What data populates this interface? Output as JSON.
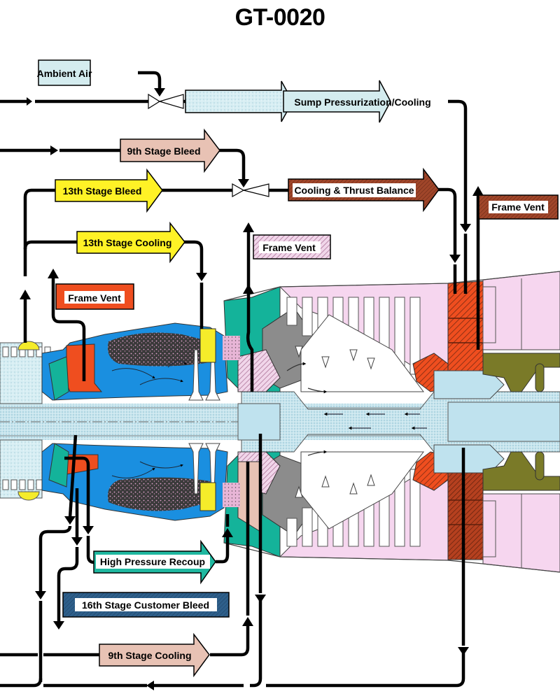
{
  "title": "GT-0020",
  "colors": {
    "ambient_air": "#d4ecef",
    "sump_pressurization": "#d4ecef",
    "ninth_stage": "#e8c2b4",
    "thirteenth_stage": "#fff226",
    "cooling_thrust_balance": "#9a3a22",
    "frame_vent_orange": "#f05a28",
    "frame_vent_pink_hatch": "#e3b8d4",
    "frame_vent_brown": "#9a3a22",
    "high_pressure_recoup": "#1fb8a0",
    "sixteenth_stage": "#2e5f8a",
    "compressor_blue": "#1a8fe0",
    "compressor_light": "#bfe2ee",
    "combustor_pink": "#f6d6ef",
    "turbine_olive": "#7a7a28",
    "gray_casing": "#8c8c8c",
    "teal": "#14b39a",
    "yellow": "#f5ec2a",
    "orange_red": "#ef4e1f"
  },
  "labels": {
    "ambient_air": "Ambient Air",
    "sump_pressurization": "Sump Pressurization/Cooling",
    "ninth_stage_bleed": "9th Stage Bleed",
    "thirteenth_stage_bleed": "13th Stage Bleed",
    "cooling_thrust_balance": "Cooling & Thrust Balance",
    "thirteenth_stage_cooling": "13th Stage Cooling",
    "frame_vent_front": "Frame Vent",
    "frame_vent_mid": "Frame Vent",
    "frame_vent_rear": "Frame Vent",
    "high_pressure_recoup": "High Pressure Recoup",
    "sixteenth_stage_customer_bleed": "16th Stage Customer Bleed",
    "ninth_stage_cooling": "9th Stage Cooling"
  },
  "components": {
    "valves": [
      "ambient-air-valve",
      "cooling-bleed-valve"
    ]
  }
}
